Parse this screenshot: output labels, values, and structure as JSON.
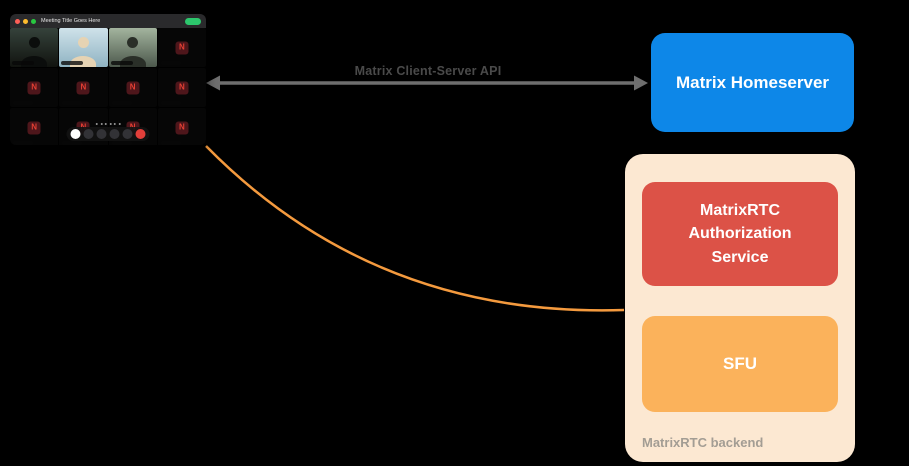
{
  "canvas": {
    "bg": "#000000"
  },
  "call_window": {
    "title": "Meeting Title Goes Here",
    "traffic_lights": [
      "#ff5f57",
      "#febc2e",
      "#28c840"
    ],
    "badge_color": "#2dc76d",
    "avatar_letter": "N",
    "avatar_bg": "#4e161b",
    "avatar_letter_color": "#e63f33",
    "tiles": [
      {
        "kind": "person",
        "bg1": "#35423b",
        "bg2": "#11130f",
        "fg": "#0b0d0c"
      },
      {
        "kind": "person",
        "bg1": "#cfe2ea",
        "bg2": "#8fb3c2",
        "fg": "#e6d3b3"
      },
      {
        "kind": "person",
        "bg1": "#a3b49e",
        "bg2": "#4c584c",
        "fg": "#2a2f28"
      },
      {
        "kind": "avatar"
      },
      {
        "kind": "avatar"
      },
      {
        "kind": "avatar"
      },
      {
        "kind": "avatar"
      },
      {
        "kind": "avatar"
      },
      {
        "kind": "avatar"
      },
      {
        "kind": "avatar"
      },
      {
        "kind": "avatar"
      },
      {
        "kind": "avatar"
      }
    ],
    "controls": [
      {
        "name": "mic-button",
        "color": "#ffffff"
      },
      {
        "name": "camera-button",
        "color": "#323236"
      },
      {
        "name": "screenshare-button",
        "color": "#323236"
      },
      {
        "name": "chat-button",
        "color": "#323236"
      },
      {
        "name": "more-button",
        "color": "#323236"
      },
      {
        "name": "hangup-button",
        "color": "#e13f3a"
      }
    ],
    "page_dot_count": 6
  },
  "api_arrow": {
    "label": "Matrix Client-Server API",
    "line_color": "#6e6e6e",
    "label_color": "#4a4a4a"
  },
  "homeserver": {
    "label": "Matrix Homeserver",
    "bg": "#0d87e8",
    "text_color": "#ffffff"
  },
  "backend": {
    "label": "MatrixRTC backend",
    "bg": "#fce8d2",
    "label_color": "#a39d94",
    "auth_service": {
      "label": "MatrixRTC Authorization Service",
      "bg": "#dc5247",
      "text_color": "#ffffff"
    },
    "sfu": {
      "label": "SFU",
      "bg": "#fbb25b",
      "text_color": "#ffffff"
    }
  },
  "sfu_link": {
    "color": "#f49a3e"
  }
}
